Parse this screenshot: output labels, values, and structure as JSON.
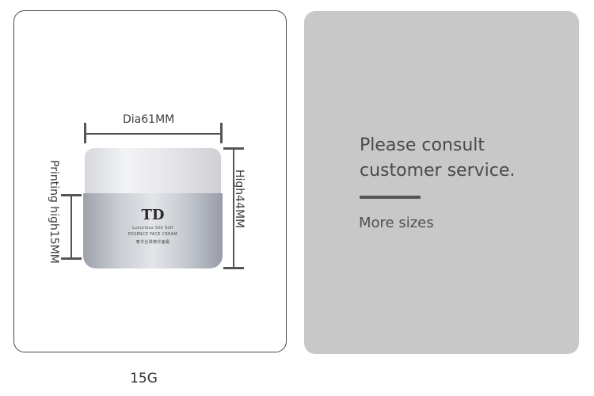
{
  "product": {
    "diameter_label": "Dia61MM",
    "height_label": "High44MM",
    "print_height_label": "Printing high15MM",
    "jar": {
      "brand": "TD",
      "line1": "Luxurious Silk Soft",
      "line2": "ESSENCE FACE CREAM",
      "line3": "奢华丝柔精华面霜"
    },
    "capacity": "15G"
  },
  "info_panel": {
    "message": "Please consult customer service.",
    "subtitle": "More sizes"
  },
  "colors": {
    "panel_background": "#c8c8c8",
    "text": "#4a4a4a",
    "accent_line": "#555555"
  }
}
